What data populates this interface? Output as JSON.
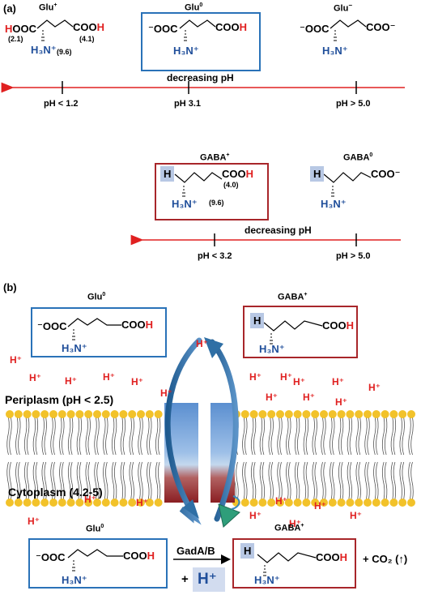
{
  "panel_a": {
    "label": "(a)",
    "glu_plus": {
      "name": "Glu",
      "charge": "+",
      "h": "H",
      "ooc_left": "OOC",
      "cooh": "COO",
      "h_right": "H",
      "pka1": "(2.1)",
      "pka2": "(4.1)",
      "pka3": "(9.6)",
      "amine": "H₃N⁺"
    },
    "glu_zero": {
      "name": "Glu",
      "charge": "0",
      "ooc": "⁻OOC",
      "cooh": "COO",
      "h_right": "H",
      "amine": "H₃N⁺"
    },
    "glu_minus": {
      "name": "Glu",
      "charge": "−",
      "ooc": "⁻OOC",
      "coo": "COO⁻",
      "amine": "H₃N⁺"
    },
    "axis1": {
      "label": "decreasing pH",
      "ticks": [
        "pH < 1.2",
        "pH 3.1",
        "pH > 5.0"
      ]
    },
    "gaba_plus": {
      "name": "GABA",
      "charge": "+",
      "h": "H",
      "cooh": "COO",
      "h_right": "H",
      "pka1": "(4.0)",
      "pka2": "(9.6)",
      "amine": "H₃N⁺"
    },
    "gaba_zero": {
      "name": "GABA",
      "charge": "0",
      "h": "H",
      "coo": "COO⁻",
      "amine": "H₃N⁺"
    },
    "axis2": {
      "label": "decreasing pH",
      "ticks": [
        "pH < 3.2",
        "pH > 5.0"
      ]
    }
  },
  "panel_b": {
    "label": "(b)",
    "glu_top": {
      "name": "Glu",
      "charge": "0",
      "ooc": "⁻OOC",
      "cooh": "COO",
      "h_right": "H",
      "amine": "H₃N⁺"
    },
    "gaba_top": {
      "name": "GABA",
      "charge": "+",
      "h": "H",
      "cooh": "COO",
      "h_right": "H",
      "amine": "H₃N⁺"
    },
    "periplasm": "Periplasm (pH < 2.5)",
    "cytoplasm": "Cytoplasm (4.2-5)",
    "proton": "H⁺",
    "glu_bottom": {
      "name": "Glu",
      "charge": "0",
      "ooc": "⁻OOC",
      "cooh": "COO",
      "h_right": "H",
      "amine": "H₃N⁺"
    },
    "enzyme": "GadA/B",
    "plus_h": "+",
    "big_h": "H⁺",
    "gaba_bottom": {
      "name": "GABA",
      "charge": "+",
      "h": "H",
      "cooh": "COO",
      "h_right": "H",
      "amine": "H₃N⁺"
    },
    "co2": "+ CO₂ (↑)"
  },
  "colors": {
    "red": "#e02020",
    "blue": "#1f4e9a",
    "box_blue": "#2a72b8",
    "box_red": "#a8262a",
    "lipid_head": "#f2c22a",
    "arrow": "#2f6fa5"
  }
}
